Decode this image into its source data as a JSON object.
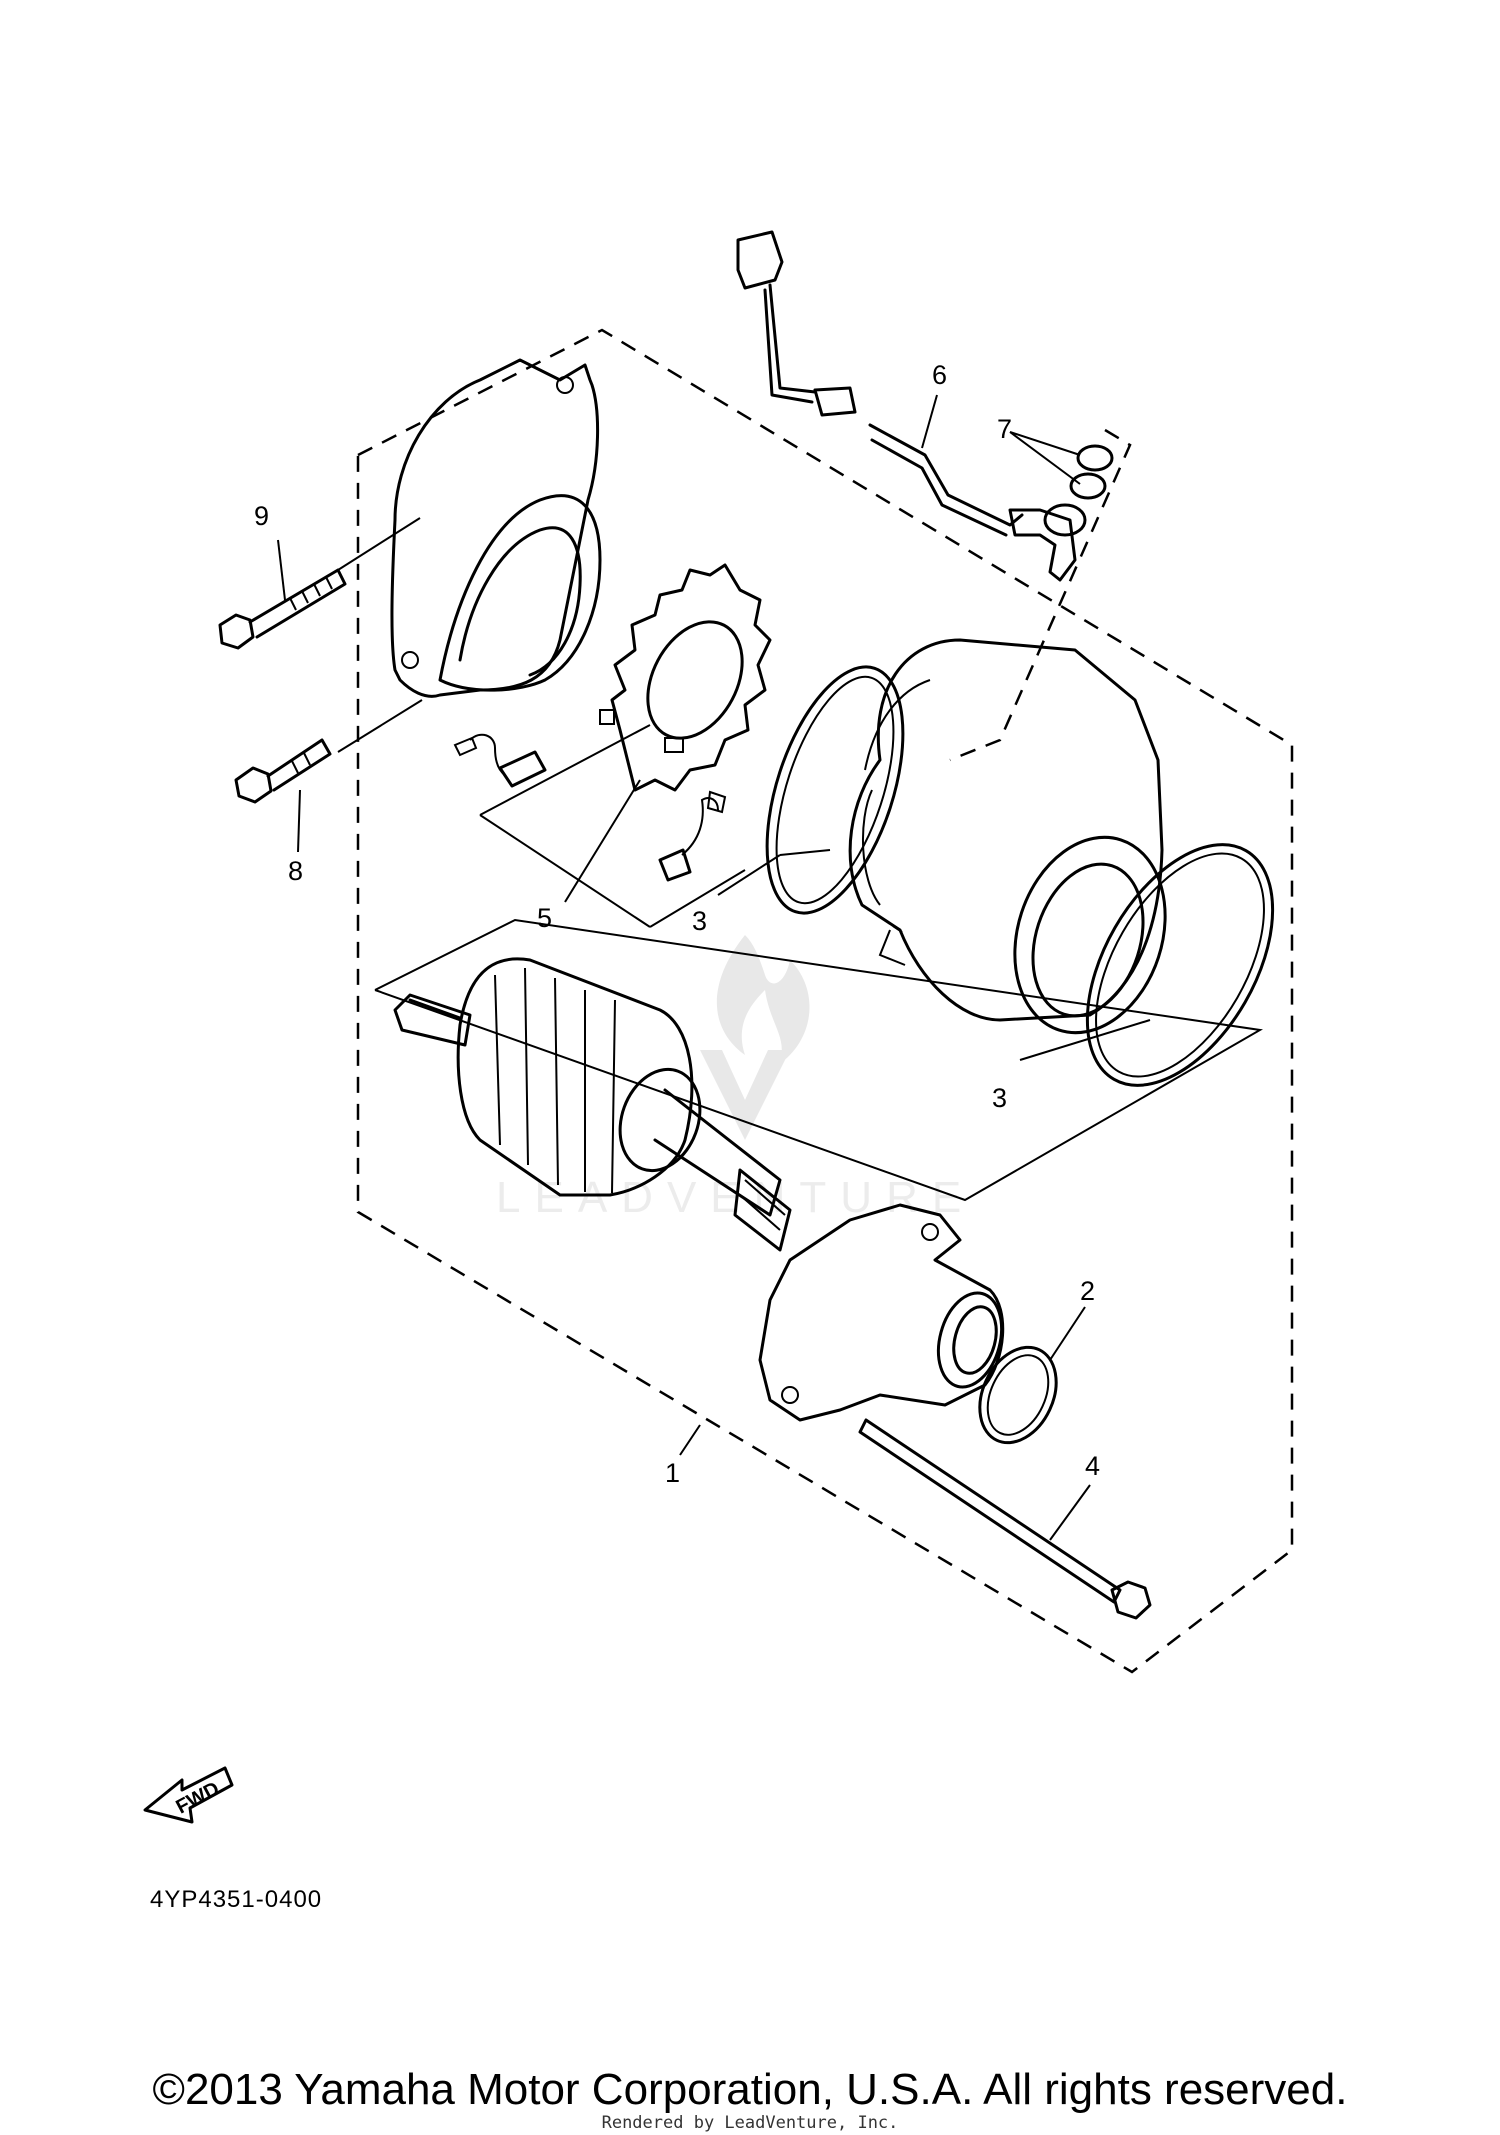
{
  "callouts": {
    "c1": "1",
    "c2": "2",
    "c3a": "3",
    "c3b": "3",
    "c4": "4",
    "c5": "5",
    "c6": "6",
    "c7": "7",
    "c8": "8",
    "c9": "9"
  },
  "fwd_label": "FWD",
  "diagram_code": "4YP4351-0400",
  "watermark_text": "LEADVENTURE",
  "copyright": "©2013 Yamaha Motor Corporation, U.S.A. All rights reserved.",
  "rendered_by": "Rendered by LeadVenture, Inc."
}
